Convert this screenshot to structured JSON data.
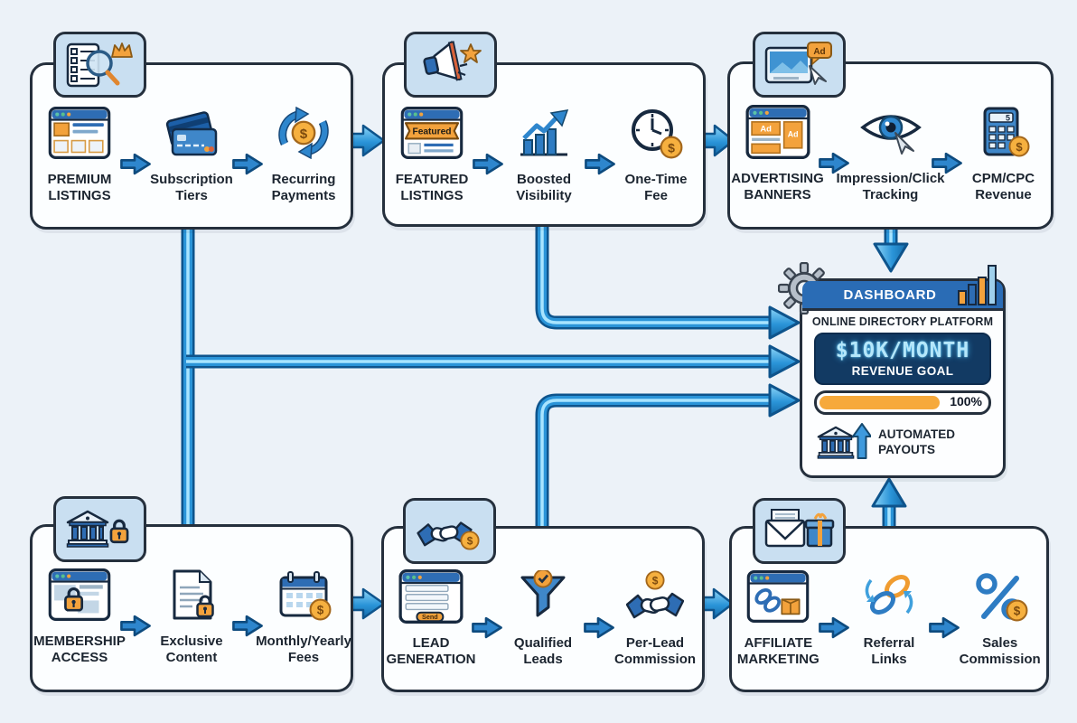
{
  "flows": {
    "premium": {
      "steps": [
        {
          "label": "PREMIUM\nLISTINGS"
        },
        {
          "label": "Subscription\nTiers"
        },
        {
          "label": "Recurring\nPayments"
        }
      ]
    },
    "featured": {
      "ribbon_text": "Featured",
      "steps": [
        {
          "label": "FEATURED\nLISTINGS"
        },
        {
          "label": "Boosted\nVisibility"
        },
        {
          "label": "One-Time\nFee"
        }
      ]
    },
    "advertising": {
      "ad_text": "Ad",
      "calc_display": "5",
      "steps": [
        {
          "label": "ADVERTISING\nBANNERS"
        },
        {
          "label": "Impression/Click\nTracking"
        },
        {
          "label": "CPM/CPC\nRevenue"
        }
      ]
    },
    "membership": {
      "steps": [
        {
          "label": "MEMBERSHIP\nACCESS"
        },
        {
          "label": "Exclusive\nContent"
        },
        {
          "label": "Monthly/Yearly\nFees"
        }
      ]
    },
    "lead": {
      "send_text": "Send",
      "steps": [
        {
          "label": "LEAD\nGENERATION"
        },
        {
          "label": "Qualified\nLeads"
        },
        {
          "label": "Per-Lead\nCommission"
        }
      ]
    },
    "affiliate": {
      "steps": [
        {
          "label": "AFFILIATE\nMARKETING"
        },
        {
          "label": "Referral\nLinks"
        },
        {
          "label": "Sales\nCommission"
        }
      ]
    }
  },
  "dashboard": {
    "header": "DASHBOARD",
    "platform": "ONLINE DIRECTORY PLATFORM",
    "goal_amount": "$10K/MONTH",
    "goal_label": "REVENUE GOAL",
    "progress_percent": "100%",
    "payouts_label": "AUTOMATED\nPAYOUTS"
  },
  "icon_glyphs": {
    "dollar": "$"
  },
  "colors": {
    "background": "#ecf2f8",
    "box_border": "#25303d",
    "badge_fill": "#c9dff1",
    "pipe_outline": "#0e548c",
    "pipe_body": "#2a94d8",
    "pipe_highlight": "#a8e4ff",
    "accent_orange": "#f3a23c",
    "header_blue": "#2a6cb5",
    "goal_navy": "#123a63",
    "digital_cyan": "#b5e7fb"
  }
}
